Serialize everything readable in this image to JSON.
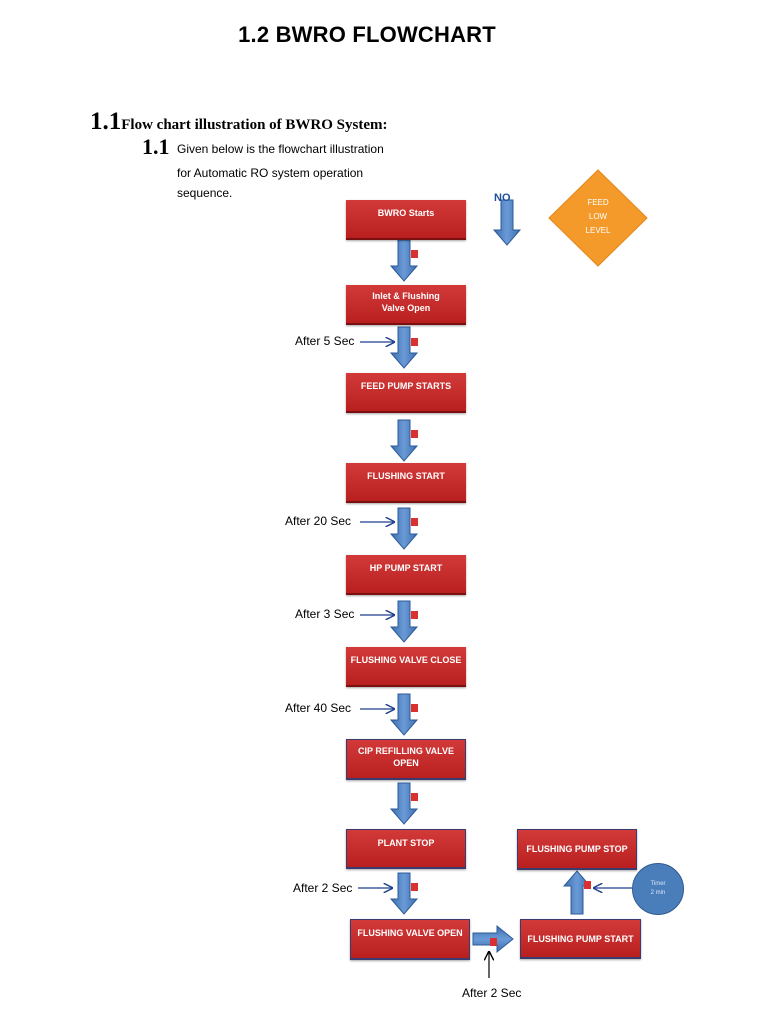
{
  "header": {
    "title": "1.2 BWRO FLOWCHART",
    "section_number": "1.1",
    "section_title": "Flow chart illustration of BWRO System:",
    "subsection_number": "1.1",
    "intro_line1": "Given below is the flowchart illustration",
    "intro_line2": "for Automatic RO system operation",
    "intro_line3": "sequence."
  },
  "steps": {
    "s1": "BWRO Starts",
    "s2_line1": "Inlet & Flushing",
    "s2_line2": "Valve Open",
    "s3": "FEED PUMP STARTS",
    "s4": "FLUSHING START",
    "s5": "HP PUMP START",
    "s6": "FLUSHING VALVE CLOSE",
    "s7_line1": "CIP REFILLING VALVE",
    "s7_line2": "OPEN",
    "s8": "PLANT STOP",
    "s9": "FLUSHING VALVE OPEN",
    "s10": "FLUSHING PUMP START",
    "s11": "FLUSHING PUMP STOP"
  },
  "decision": {
    "line1": "FEED",
    "line2": "LOW",
    "line3": "LEVEL",
    "no_label": "NO"
  },
  "timer": {
    "line1": "Timer",
    "line2": "2 min"
  },
  "delays": {
    "d1": "After 5 Sec",
    "d2": "After 20 Sec",
    "d3": "After 3 Sec",
    "d4": "After 40 Sec",
    "d5": "After 2 Sec",
    "d6": "After 2 Sec"
  },
  "colors": {
    "process_box": "#c62828",
    "arrow_fill": "#4a7ebb",
    "decision_fill": "#f39a2a",
    "timer_fill": "#4a7ebb",
    "connector_line": "#1f3f8f"
  }
}
